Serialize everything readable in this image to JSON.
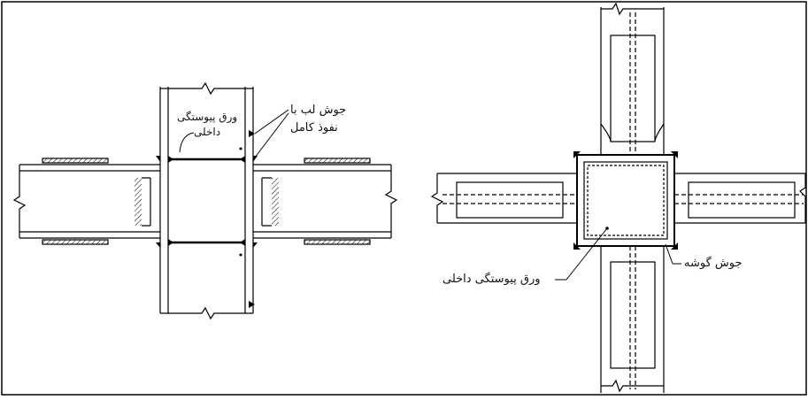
{
  "left_detail": {
    "label_full_penetration_weld_line1": "جوش لب با",
    "label_full_penetration_weld_line2": "نفوذ کامل",
    "label_inner_continuity_plate_line1": "ورق پیوستگی",
    "label_inner_continuity_plate_line2": "داخلی"
  },
  "right_detail": {
    "label_fillet_weld": "جوش گوشه",
    "label_inner_continuity_plate": "ورق پیوستگی داخلی"
  }
}
